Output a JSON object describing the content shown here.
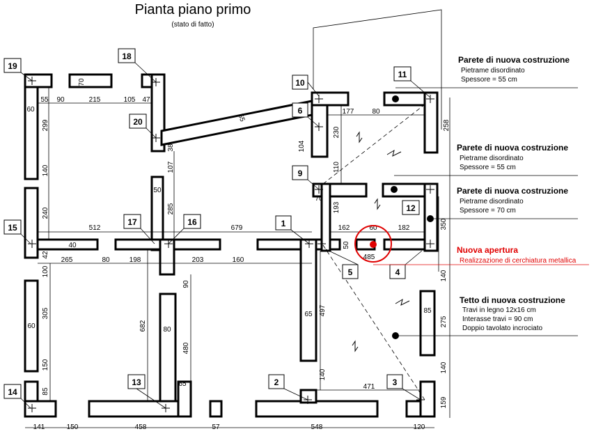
{
  "title": "Pianta piano primo",
  "subtitle": "(stato di fatto)",
  "notes": [
    {
      "heading": "Parete di nuova costruzione",
      "lines": [
        "Pietrame disordinato",
        "Spessore = 55 cm"
      ]
    },
    {
      "heading": "Parete di nuova costruzione",
      "lines": [
        "Pietrame disordinato",
        "Spessore = 55 cm"
      ]
    },
    {
      "heading": "Parete di nuova costruzione",
      "lines": [
        "Pietrame disordinato",
        "Spessore = 70 cm"
      ]
    },
    {
      "heading": "Nuova apertura",
      "lines": [
        "Realizzazione di cerchiatura metallica"
      ]
    },
    {
      "heading": "Tetto di nuova costruzione",
      "lines": [
        "Travi in legno 12x16 cm",
        "Interasse travi = 90 cm",
        "Doppio tavolato incrociato"
      ]
    }
  ],
  "colors": {
    "highlight": "#e00000",
    "ink": "#000000"
  },
  "markers": [
    "1",
    "2",
    "3",
    "4",
    "5",
    "6",
    "9",
    "10",
    "11",
    "12",
    "13",
    "14",
    "15",
    "16",
    "17",
    "18",
    "19",
    "20"
  ],
  "dimensions": [
    "55",
    "90",
    "215",
    "105",
    "47",
    "70",
    "60",
    "299",
    "140",
    "240",
    "512",
    "679",
    "40",
    "42",
    "265",
    "80",
    "198",
    "107",
    "203",
    "160",
    "100",
    "305",
    "60",
    "150",
    "85",
    "682",
    "80",
    "480",
    "90",
    "65",
    "497",
    "140",
    "471",
    "548",
    "458",
    "141",
    "150",
    "57",
    "120",
    "159",
    "140",
    "275",
    "85",
    "140",
    "350",
    "182",
    "60",
    "162",
    "193",
    "70",
    "110",
    "230",
    "177",
    "80",
    "104",
    "38",
    "50",
    "285",
    "55",
    "65",
    "50",
    "485",
    "258"
  ]
}
